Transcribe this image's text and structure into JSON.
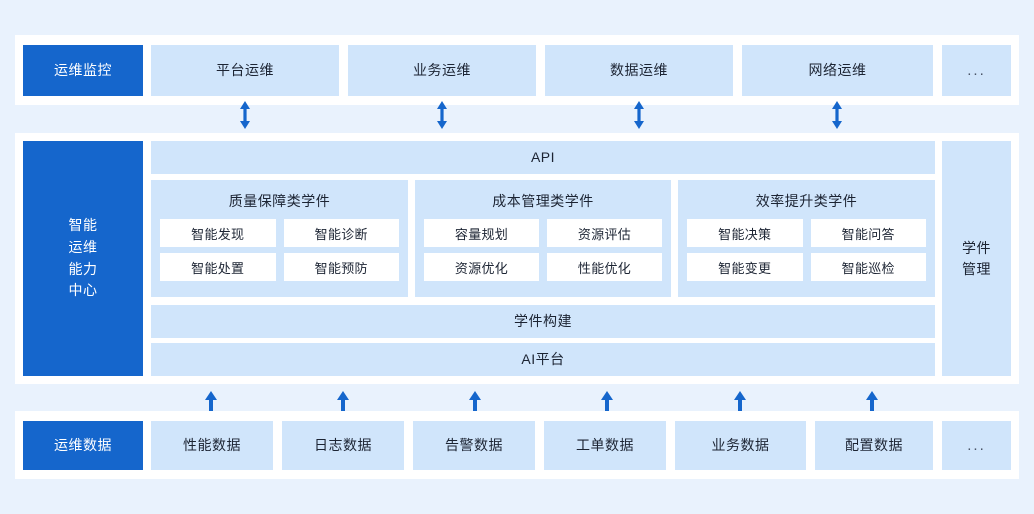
{
  "colors": {
    "page_background": "#e9f2fd",
    "card_background": "#ffffff",
    "accent_blue": "#1566cc",
    "light_blue": "#d0e5fb",
    "text": "#1c2433"
  },
  "top_row": {
    "label": "运维监控",
    "items": [
      {
        "label": "平台运维"
      },
      {
        "label": "业务运维"
      },
      {
        "label": "数据运维"
      },
      {
        "label": "网络运维"
      },
      {
        "label": "..."
      }
    ]
  },
  "connectors_top": [
    {
      "icon": "double-arrow-vertical-icon"
    },
    {
      "icon": "double-arrow-vertical-icon"
    },
    {
      "icon": "double-arrow-vertical-icon"
    },
    {
      "icon": "double-arrow-vertical-icon"
    }
  ],
  "middle": {
    "label_lines": [
      "智能",
      "运维",
      "能力",
      "中心"
    ],
    "side_label_lines": [
      "学件",
      "管理"
    ],
    "api_bar": "API",
    "build_bar": "学件构建",
    "platform_bar": "AI平台",
    "groups": [
      {
        "title": "质量保障类学件",
        "cells": [
          "智能发现",
          "智能诊断",
          "智能处置",
          "智能预防"
        ]
      },
      {
        "title": "成本管理类学件",
        "cells": [
          "容量规划",
          "资源评估",
          "资源优化",
          "性能优化"
        ]
      },
      {
        "title": "效率提升类学件",
        "cells": [
          "智能决策",
          "智能问答",
          "智能变更",
          "智能巡检"
        ]
      }
    ]
  },
  "connectors_bottom": [
    {
      "icon": "arrow-up-icon"
    },
    {
      "icon": "arrow-up-icon"
    },
    {
      "icon": "arrow-up-icon"
    },
    {
      "icon": "arrow-up-icon"
    },
    {
      "icon": "arrow-up-icon"
    },
    {
      "icon": "arrow-up-icon"
    }
  ],
  "bottom_row": {
    "label": "运维数据",
    "items": [
      {
        "label": "性能数据"
      },
      {
        "label": "日志数据"
      },
      {
        "label": "告警数据"
      },
      {
        "label": "工单数据"
      },
      {
        "label": "业务数据"
      },
      {
        "label": "配置数据"
      },
      {
        "label": "..."
      }
    ]
  }
}
